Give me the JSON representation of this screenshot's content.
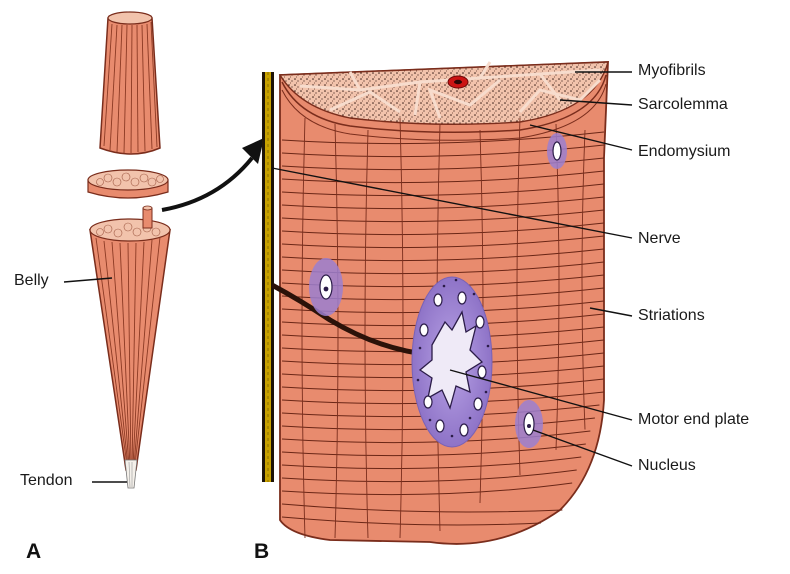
{
  "labels": {
    "myofibrils": "Myofibrils",
    "sarcolemma": "Sarcolemma",
    "endomysium": "Endomysium",
    "nerve": "Nerve",
    "striations": "Striations",
    "motor_end_plate": "Motor end plate",
    "nucleus": "Nucleus",
    "belly": "Belly",
    "tendon": "Tendon"
  },
  "panels": {
    "a": "A",
    "b": "B"
  },
  "colors": {
    "muscle": "#e88b6e",
    "muscle_dark": "#7a2d1c",
    "section": "#f2c3ac",
    "nerve": "#2b1209",
    "nerve_fiber": "#c9a200",
    "end_plate": "#9b7fd0",
    "end_plate_core": "#efeaf7",
    "vessel": "#cc1414"
  }
}
